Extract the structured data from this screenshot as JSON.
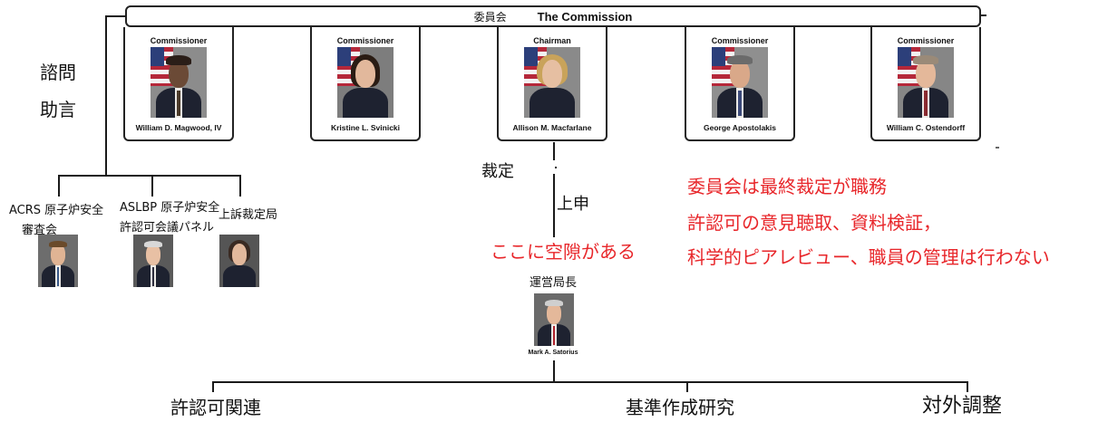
{
  "commission": {
    "title_jp": "委員会",
    "title_en": "The Commission"
  },
  "members": [
    {
      "role": "Commissioner",
      "name": "William D. Magwood, IV"
    },
    {
      "role": "Commissioner",
      "name": "Kristine L. Svinicki"
    },
    {
      "role": "Chairman",
      "name": "Allison M. Macfarlane"
    },
    {
      "role": "Commissioner",
      "name": "George Apostolakis"
    },
    {
      "role": "Commissioner",
      "name": "William C. Ostendorff"
    }
  ],
  "left_labels": {
    "consult": "諮問",
    "advice": "助言"
  },
  "advisory": [
    {
      "line1": "ACRS 原子炉安全",
      "line2": "審査会"
    },
    {
      "line1": "ASLBP 原子炉安全",
      "line2": "許認可会議パネル"
    },
    {
      "line1": "上訴裁定局",
      "line2": ""
    }
  ],
  "flow": {
    "decision": "裁定",
    "report_up": "上申",
    "gap_note": "ここに空隙がある"
  },
  "annotation": {
    "line1": "委員会は最終裁定が職務",
    "line2": "許認可の意見聴取、資料検証，",
    "line3": "科学的ピアレビュー、職員の管理は行わない"
  },
  "edo": {
    "title": "運営局長",
    "name": "Mark A. Satorius"
  },
  "branches": [
    "許認可関連",
    "基準作成研究",
    "対外調整"
  ],
  "colors": {
    "line": "#1a1a1a",
    "annotation_red": "#e8262a"
  }
}
